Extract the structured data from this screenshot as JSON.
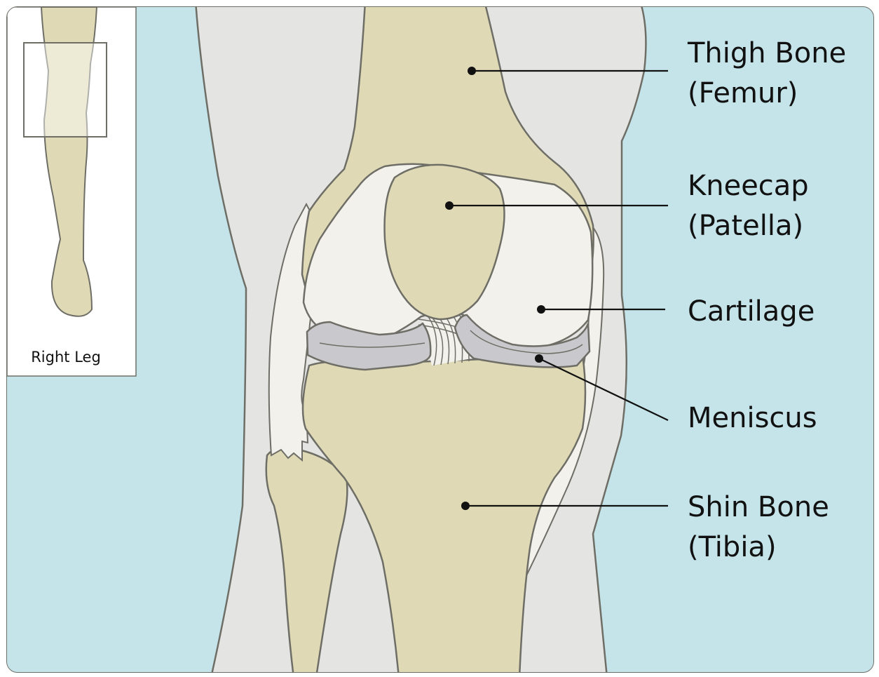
{
  "inset": {
    "label": "Right Leg"
  },
  "labels": [
    {
      "id": "femur",
      "line1": "Thigh Bone",
      "line2": "(Femur)"
    },
    {
      "id": "patella",
      "line1": "Kneecap",
      "line2": "(Patella)"
    },
    {
      "id": "cartilage",
      "line1": "Cartilage",
      "line2": ""
    },
    {
      "id": "meniscus",
      "line1": "Meniscus",
      "line2": ""
    },
    {
      "id": "tibia",
      "line1": "Shin Bone",
      "line2": "(Tibia)"
    }
  ],
  "colors": {
    "background": "#c5e4e9",
    "skin": "#e4e4e2",
    "bone": "#dfdab5",
    "cartilage": "#f2f1ec",
    "meniscus": "#c9c8cc",
    "outline": "#6e6e66",
    "label": "#111111"
  }
}
